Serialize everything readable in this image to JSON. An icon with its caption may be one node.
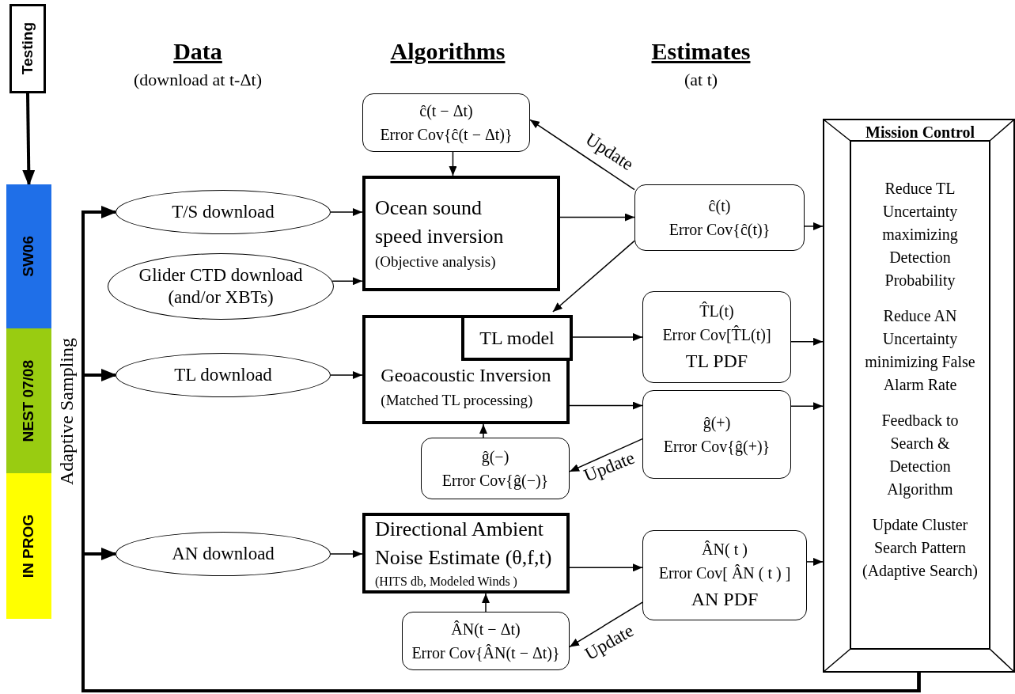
{
  "diagram": {
    "nodes": [
      {
        "text": [
          "Testing"
        ]
      },
      {
        "text": [
          "SW06"
        ]
      },
      {
        "text": [
          "NEST 07/08"
        ]
      },
      {
        "text": [
          "IN PROG"
        ]
      },
      {
        "text": [
          "T/S download"
        ]
      },
      {
        "text": [
          "Glider CTD download (and/or XBTs)"
        ]
      },
      {
        "text": [
          "TL download"
        ]
      },
      {
        "text": [
          "AN download"
        ]
      },
      {
        "text": [
          "ĉ(t − Δt)",
          "Error Cov{ĉ(t − Δt)}"
        ]
      },
      {
        "text": [
          "Ocean sound speed inversion",
          "(Objective analysis)"
        ]
      },
      {
        "text": [
          "ĉ(t)",
          "Error Cov{ĉ(t)}"
        ]
      },
      {
        "text": [
          "Geoacoustic Inversion",
          "(Matched TL processing)"
        ]
      },
      {
        "text": [
          "TL model"
        ],
        "in": 11
      },
      {
        "text": [
          "T̂L(t)",
          "Error Cov[T̂L(t)]",
          "TL PDF"
        ]
      },
      {
        "text": [
          "ĝ(+)",
          "Error Cov{ĝ(+)}"
        ]
      },
      {
        "text": [
          "ĝ(−)",
          "Error Cov{ĝ(−)}"
        ]
      },
      {
        "text": [
          "Directional Ambient Noise Estimate (θ,f,t)",
          "(HITS db, Modeled Winds )"
        ]
      },
      {
        "text": [
          "ÂN( t )",
          "Error Cov[ ÂN ( t ) ]",
          "AN PDF"
        ]
      },
      {
        "text": [
          "ÂN(t − Δt)",
          "Error Cov{ÂN(t − Δt)}"
        ]
      },
      {
        "text": [
          "Mission Control",
          "Reduce TL Uncertainty maximizing Detection Probability",
          "Reduce AN Uncertainty minimizing False Alarm Rate",
          "Feedback to Search & Detection Algorithm",
          "Update Cluster Search Pattern (Adaptive Search)"
        ]
      }
    ],
    "edges": [
      {
        "from": 0,
        "to": 1,
        "arrow": "to",
        "style": "thick"
      },
      {
        "from": 19,
        "to": 4,
        "arrow": "to",
        "style": "thick"
      },
      {
        "from": 19,
        "to": 6,
        "arrow": "to",
        "style": "thick"
      },
      {
        "from": 19,
        "to": 7,
        "arrow": "to",
        "style": "thick"
      },
      {
        "from": 4,
        "to": 9,
        "arrow": "to"
      },
      {
        "from": 5,
        "to": 9,
        "arrow": "to"
      },
      {
        "from": 6,
        "to": 11,
        "arrow": "to"
      },
      {
        "from": 7,
        "to": 16,
        "arrow": "to"
      },
      {
        "from": 8,
        "to": 9,
        "arrow": "to"
      },
      {
        "from": 9,
        "to": 10,
        "arrow": "to"
      },
      {
        "from": 10,
        "to": 8,
        "arrow": "to",
        "label": "Update"
      },
      {
        "from": 10,
        "to": 12,
        "arrow": "to"
      },
      {
        "from": 10,
        "to": 19,
        "arrow": "to"
      },
      {
        "from": 12,
        "to": 13,
        "arrow": "to"
      },
      {
        "from": 11,
        "to": 14,
        "arrow": "to"
      },
      {
        "from": 13,
        "to": 19,
        "arrow": "to"
      },
      {
        "from": 14,
        "to": 19,
        "arrow": "to"
      },
      {
        "from": 14,
        "to": 15,
        "arrow": "to",
        "label": "Update"
      },
      {
        "from": 15,
        "to": 11,
        "arrow": "to"
      },
      {
        "from": 16,
        "to": 17,
        "arrow": "to"
      },
      {
        "from": 17,
        "to": 19,
        "arrow": "to"
      },
      {
        "from": 17,
        "to": 18,
        "arrow": "to",
        "label": "Update"
      },
      {
        "from": 18,
        "to": 16,
        "arrow": "to"
      }
    ],
    "labels": [
      "Data",
      "(download at t-Δt)",
      "Algorithms",
      "Estimates",
      "(at t)",
      "Adaptive Sampling"
    ]
  }
}
